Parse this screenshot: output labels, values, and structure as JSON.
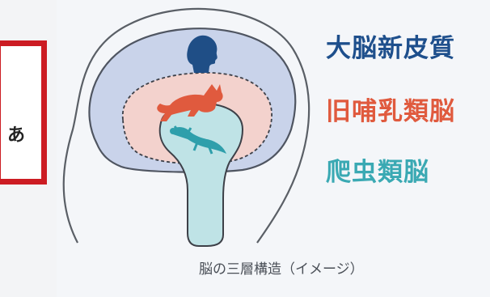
{
  "labels": {
    "cortex": "大脳新皮質",
    "mammalian": "旧哺乳類脳",
    "reptilian": "爬虫類脳"
  },
  "caption": "脳の三層構造（イメージ）",
  "callout": {
    "partial_text": "あ"
  },
  "colors": {
    "cortex_text": "#1e4f8c",
    "mammalian_text": "#e05a3e",
    "reptilian_text": "#3aa9b3",
    "cortex_fill": "#c9d3ea",
    "mammalian_fill": "#f3d2cd",
    "reptilian_fill": "#bfe3e6",
    "callout_border": "#cc1c23"
  },
  "icons": {
    "cortex": "human-head-icon",
    "mammalian": "cat-icon",
    "reptilian": "lizard-icon"
  }
}
